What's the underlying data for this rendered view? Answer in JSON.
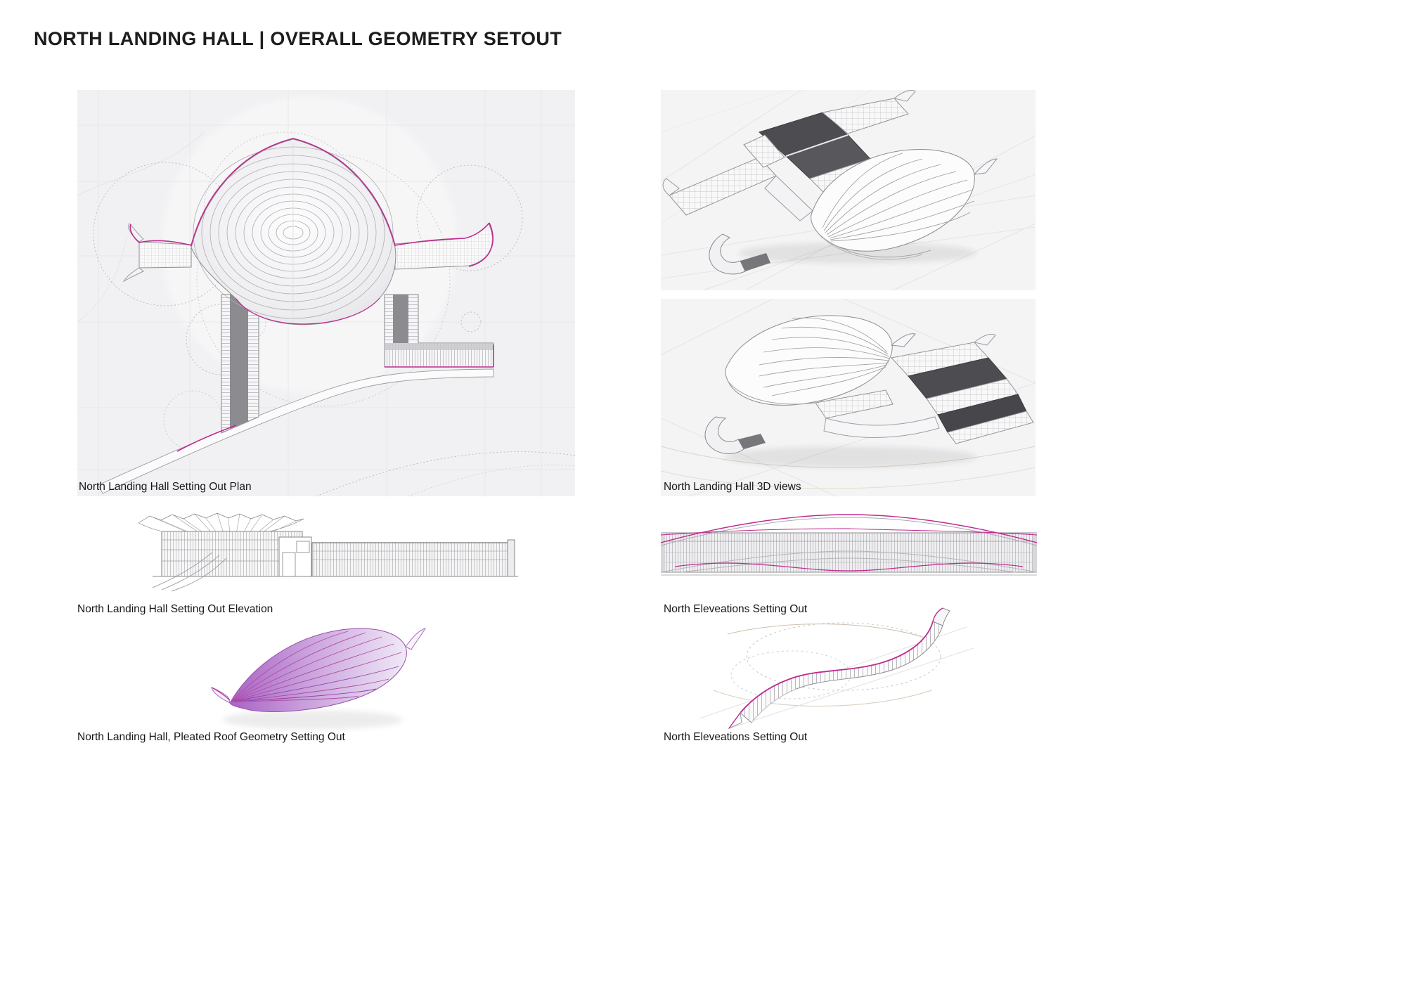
{
  "page": {
    "title": "NORTH LANDING HALL | OVERALL GEOMETRY SETOUT"
  },
  "figures": {
    "plan": {
      "label": "North Landing Hall Setting Out Plan"
    },
    "views3d": {
      "label": "North Landing Hall 3D views"
    },
    "elevation": {
      "label": "North Landing Hall Setting Out Elevation"
    },
    "north_elevations_mid": {
      "label": "North Eleveations Setting Out"
    },
    "pleated_roof": {
      "label": "North Landing Hall, Pleated Roof Geometry Setting Out"
    },
    "north_elevations_bottom": {
      "label": "North Eleveations Setting Out"
    }
  },
  "colors": {
    "accent_magenta": "#bf2b8f",
    "pleat_purple": "#a963c4",
    "pleat_purple_light": "#f0e9f6",
    "dark_panel": "#4d4d51",
    "line_gray": "#9a9a9e",
    "panel_bg": "#f1f1f3",
    "title_text": "#1d1d1f"
  }
}
